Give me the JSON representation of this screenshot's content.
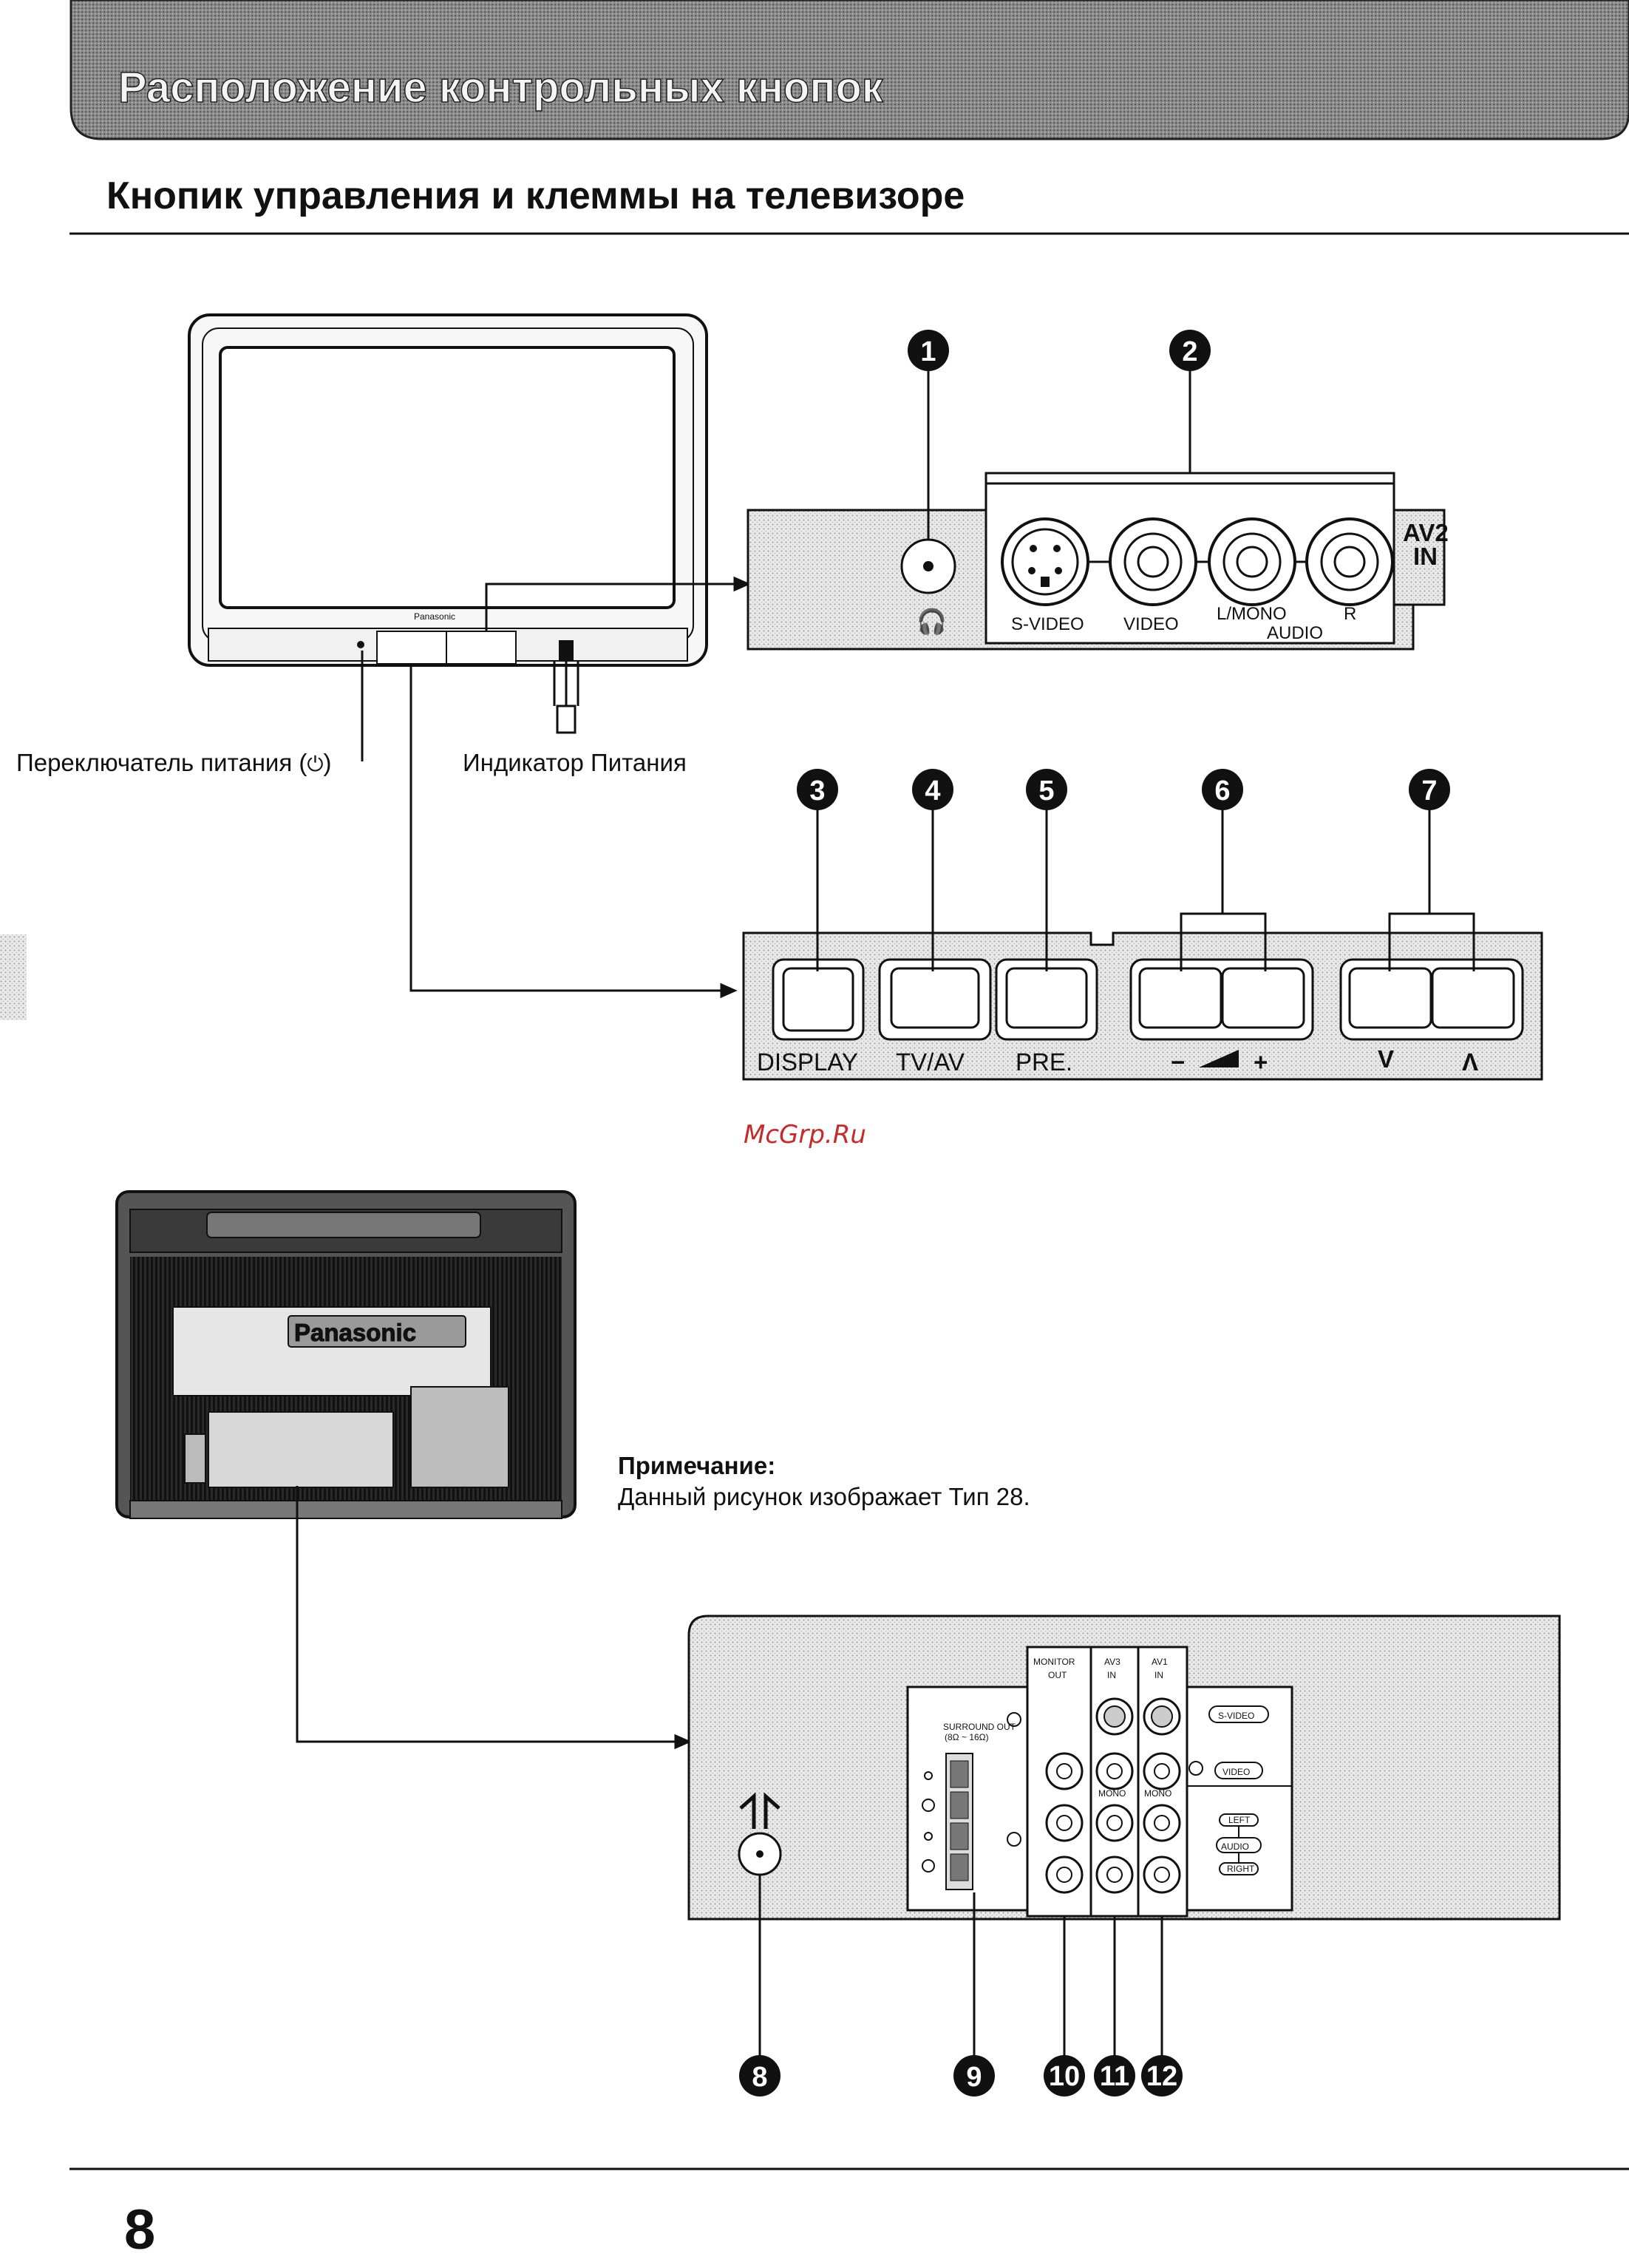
{
  "header": {
    "title": "Расположение контрольных кнопок"
  },
  "section": {
    "title": "Кнопик управления и клеммы на телевизоре"
  },
  "front_tv": {
    "brand": "Panasonic",
    "power_switch_label": "Переключатель питания (",
    "power_switch_symbol": "⏻",
    "power_switch_close": ")",
    "power_indicator_label": "Индикатор Питания"
  },
  "av2_panel": {
    "headphone_symbol": "🎧",
    "svideo": "S-VIDEO",
    "video": "VIDEO",
    "lmono": "L/MONO",
    "r": "R",
    "audio": "AUDIO",
    "av2": "AV2",
    "in": "IN"
  },
  "button_panel": {
    "display": "DISPLAY",
    "tvav": "TV/AV",
    "pre": "PRE.",
    "vol_minus": "−",
    "vol_plus": "+",
    "ch_down": "V",
    "ch_up": "Λ"
  },
  "callouts": [
    "1",
    "2",
    "3",
    "4",
    "5",
    "6",
    "7",
    "8",
    "9",
    "10",
    "11",
    "12"
  ],
  "watermark": "McGrp.Ru",
  "rear_tv": {
    "brand": "Panasonic"
  },
  "note": {
    "heading": "Примечание:",
    "text": "Данный рисунок изображает Тип 28."
  },
  "rear_panel": {
    "surround_out": "SURROUND OUT",
    "surround_ohm": "(8Ω ~ 16Ω)",
    "monitor": "MONITOR",
    "out": "OUT",
    "av3": "AV3",
    "av1": "AV1",
    "in": "IN",
    "mono": "MONO",
    "svideo": "S-VIDEO",
    "video": "VIDEO",
    "left": "LEFT",
    "audio": "AUDIO",
    "right": "RIGHT"
  },
  "page_number": "8"
}
